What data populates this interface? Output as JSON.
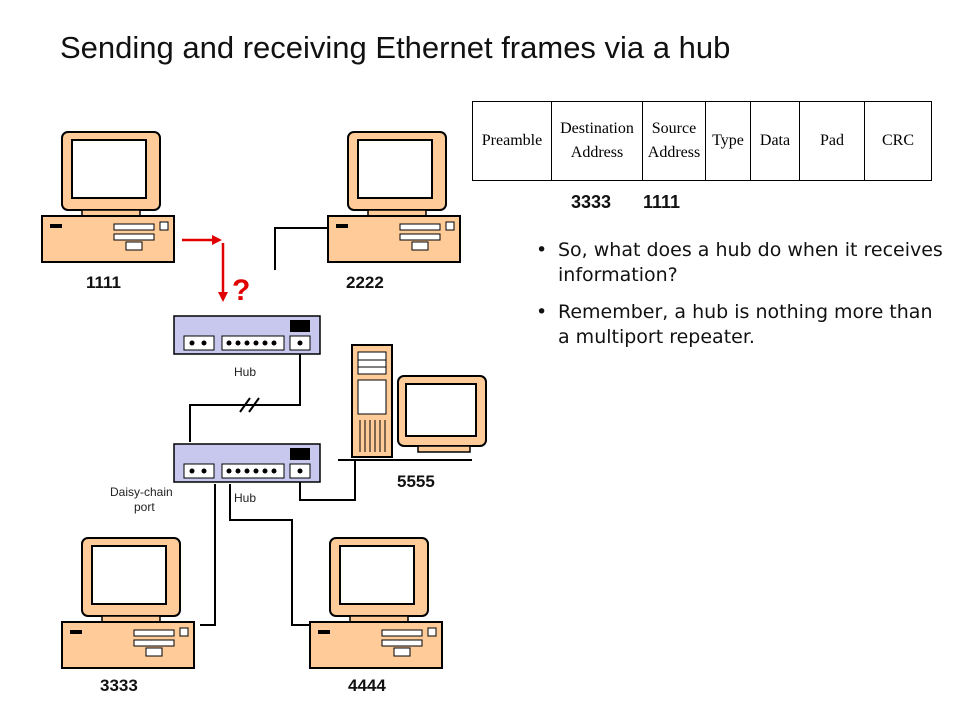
{
  "title": "Sending and receiving Ethernet frames via a hub",
  "frame_fields": [
    {
      "line1": "Preamble",
      "line2": ""
    },
    {
      "line1": "Destination",
      "line2": "Address"
    },
    {
      "line1": "Source",
      "line2": "Address"
    },
    {
      "line1": "Type",
      "line2": ""
    },
    {
      "line1": "Data",
      "line2": ""
    },
    {
      "line1": "Pad",
      "line2": ""
    },
    {
      "line1": "CRC",
      "line2": ""
    }
  ],
  "frame_values": {
    "destination": "3333",
    "source": "1111"
  },
  "bullets": [
    "So, what does a hub do when it receives information?",
    "Remember, a hub is nothing more than a multiport repeater."
  ],
  "computers": {
    "pc1": "1111",
    "pc2": "2222",
    "pc3": "3333",
    "pc4": "4444",
    "pc5": "5555"
  },
  "hub_label": "Hub",
  "daisy_chain_label": "Daisy-chain\nport",
  "question_mark": "?",
  "colors": {
    "monitor_fill": "#ffcc99",
    "hub_fill": "#c8c8ee",
    "arrow": "#e00000"
  }
}
